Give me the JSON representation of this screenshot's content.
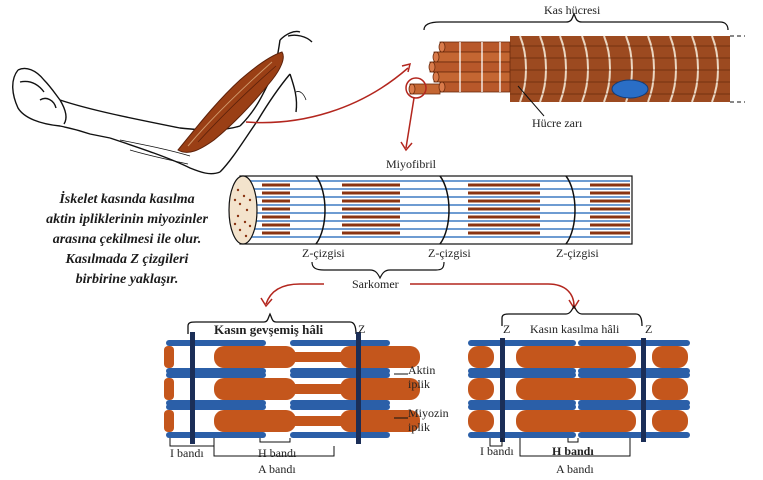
{
  "title": "İskelet kasında kasılma mekanizması",
  "caption": {
    "lines": [
      "İskelet kasında kasılma",
      "aktin ipliklerinin miyozinler",
      "arasına çekilmesi ile olur.",
      "Kasılmada  Z  çizgileri",
      "birbirine yaklaşır."
    ]
  },
  "labels": {
    "muscle_cell": "Kas hücresi",
    "cell_membrane": "Hücre zarı",
    "myofibril": "Miyofibril",
    "z_line_1": "Z-çizgisi",
    "z_line_2": "Z-çizgisi",
    "z_line_3": "Z-çizgisi",
    "sarcomere": "Sarkomer",
    "actin": "Aktin\niplik",
    "actin_line1": "Aktin",
    "actin_line2": "iplik",
    "myosin_line1": "Miyozin",
    "myosin_line2": "iplik"
  },
  "relaxed": {
    "title": "Kasın gevşemiş hâli",
    "z_label": "Z",
    "i_band": "I bandı",
    "h_band": "H bandı",
    "a_band": "A bandı"
  },
  "contracted": {
    "title": "Kasın kasılma hâli",
    "z_left": "Z",
    "z_right": "Z",
    "i_band": "I bandı",
    "h_band": "H bandı",
    "a_band": "A bandı"
  },
  "colors": {
    "actin": "#2b5fa8",
    "myosin": "#c4561c",
    "z_line": "#1b2e57",
    "arrow": "#b3261e",
    "muscle": "#8a3a14"
  }
}
